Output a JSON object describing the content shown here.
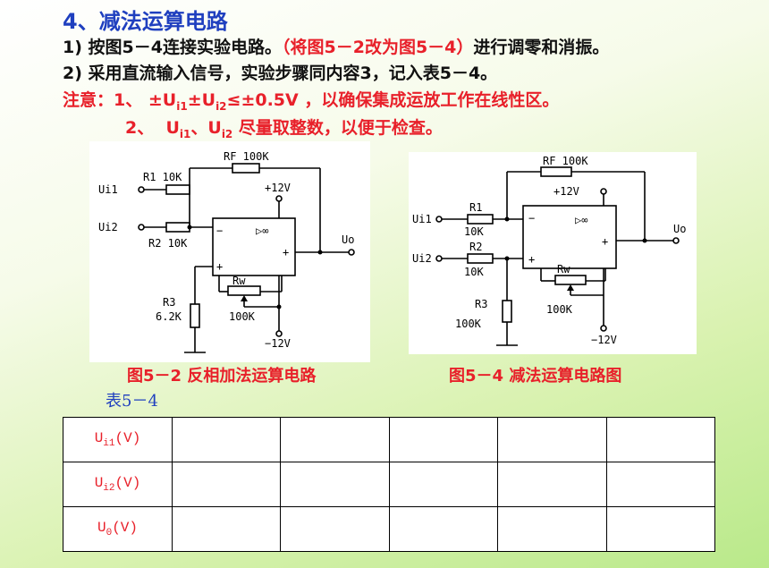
{
  "header": {
    "title": "4、减法运算电路",
    "step1_prefix": "1) 按图",
    "step1_fig": "5－4",
    "step1_mid": "连接实验电路。",
    "step1_paren": "（将图5－2改为图5－4）",
    "step1_suffix": "进行调零和消振。",
    "step2": "2) 采用直流输入信号，实验步骤同内容3，记入表5－4。",
    "note_label": "注意：",
    "note1_num": "1、",
    "note1_text_a": "±U",
    "note1_sub_a": "i1",
    "note1_text_b": "±U",
    "note1_sub_b": "i2",
    "note1_text_c": "≤±0.5V ，以确保集成运放工作在线性区。",
    "note2_num": "2、",
    "note2_u1": "U",
    "note2_sub1": "i1",
    "note2_sep": "、U",
    "note2_sub2": "i2",
    "note2_text": " 尽量取整数，以便于检查。"
  },
  "figure1": {
    "caption": "图5－2  反相加法运算电路",
    "labels": {
      "rf": "RF 100K",
      "r1": "R1 10K",
      "r2": "R2 10K",
      "ui1": "Ui1",
      "ui2": "Ui2",
      "vpos": "+12V",
      "vneg": "−12V",
      "uo": "Uo",
      "amp": "▷∞",
      "minus": "−",
      "plus": "+",
      "out_plus": "+",
      "r3": "R3",
      "r3_val": "6.2K",
      "rw": "Rw",
      "rw_val": "100K"
    }
  },
  "figure2": {
    "caption": "图5－4  减法运算电路图",
    "labels": {
      "rf": "RF 100K",
      "r1": "R1",
      "r1_val": "10K",
      "r2": "R2",
      "r2_val": "10K",
      "ui1": "Ui1",
      "ui2": "Ui2",
      "vpos": "+12V",
      "vneg": "−12V",
      "uo": "Uo",
      "amp": "▷∞",
      "minus": "−",
      "plus": "+",
      "out_plus": "+",
      "r3": "R3",
      "r3_val": "100K",
      "rw": "Rw",
      "rw_val": "100K"
    }
  },
  "table": {
    "label": "表5－4",
    "rows": [
      {
        "u": "U",
        "sub": "i1",
        "unit": "(V)"
      },
      {
        "u": "U",
        "sub": "i2",
        "unit": "(V)"
      },
      {
        "u": "U",
        "sub": "0",
        "unit": "(V)"
      }
    ]
  }
}
